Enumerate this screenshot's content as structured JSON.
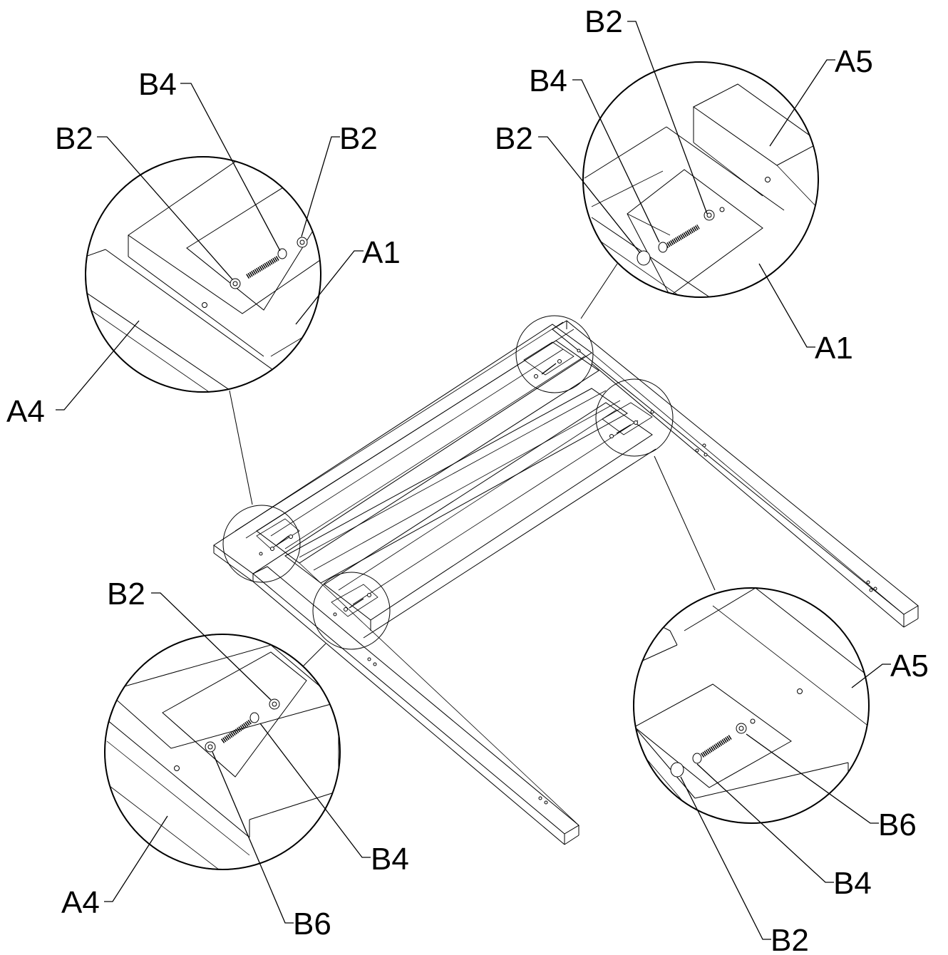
{
  "diagram": {
    "callouts": {
      "tl_b4": "B4",
      "tl_b2_left": "B2",
      "tl_b2_right": "B2",
      "tl_a1": "A1",
      "tl_a4": "A4",
      "tr_b2_top": "B2",
      "tr_b4": "B4",
      "tr_b2_left": "B2",
      "tr_a5": "A5",
      "tr_a1": "A1",
      "bl_b2": "B2",
      "bl_a4": "A4",
      "bl_b4": "B4",
      "bl_b6": "B6",
      "br_a5": "A5",
      "br_b6": "B6",
      "br_b4": "B4",
      "br_b2": "B2"
    }
  }
}
